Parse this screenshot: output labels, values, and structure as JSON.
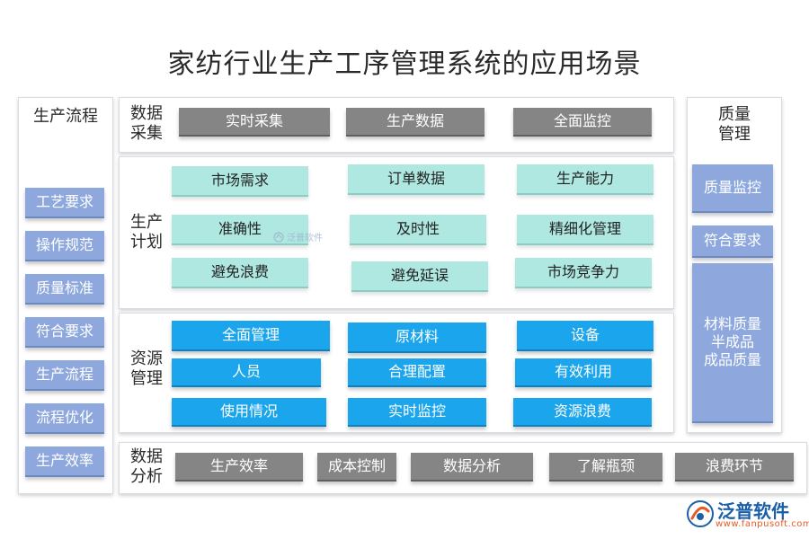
{
  "title": "家纺行业生产工序管理系统的应用场景",
  "left_column": {
    "heading": "生产流程",
    "items": [
      "工艺要求",
      "操作规范",
      "质量标准",
      "符合要求",
      "生产流程",
      "流程优化",
      "生产效率"
    ]
  },
  "right_column": {
    "heading": "质量\n管理",
    "items": [
      "质量监控",
      "符合要求",
      "材料质量\n半成品\n成品质量"
    ]
  },
  "sections": {
    "data_collection": {
      "label": "数据\n采集",
      "items": [
        "实时采集",
        "生产数据",
        "全面监控"
      ]
    },
    "production_plan": {
      "label": "生产\n计划",
      "items": [
        "市场需求",
        "订单数据",
        "生产能力",
        "准确性",
        "及时性",
        "精细化管理",
        "避免浪费",
        "避免延误",
        "市场竞争力"
      ]
    },
    "resource_management": {
      "label": "资源\n管理",
      "items": [
        "全面管理",
        "原材料",
        "设备",
        "人员",
        "合理配置",
        "有效利用",
        "使用情况",
        "实时监控",
        "资源浪费"
      ]
    },
    "data_analysis": {
      "label": "数据\n分析",
      "items": [
        "生产效率",
        "成本控制",
        "数据分析",
        "了解瓶颈",
        "浪费环节"
      ]
    }
  },
  "watermark": "泛普软件",
  "logo": {
    "name": "泛普软件",
    "url": "www.fanpusoft.com"
  },
  "colors": {
    "gray": "#858585",
    "mint": "#aee8e1",
    "blue": "#1aa5ec",
    "lavender": "#8ea8de"
  }
}
